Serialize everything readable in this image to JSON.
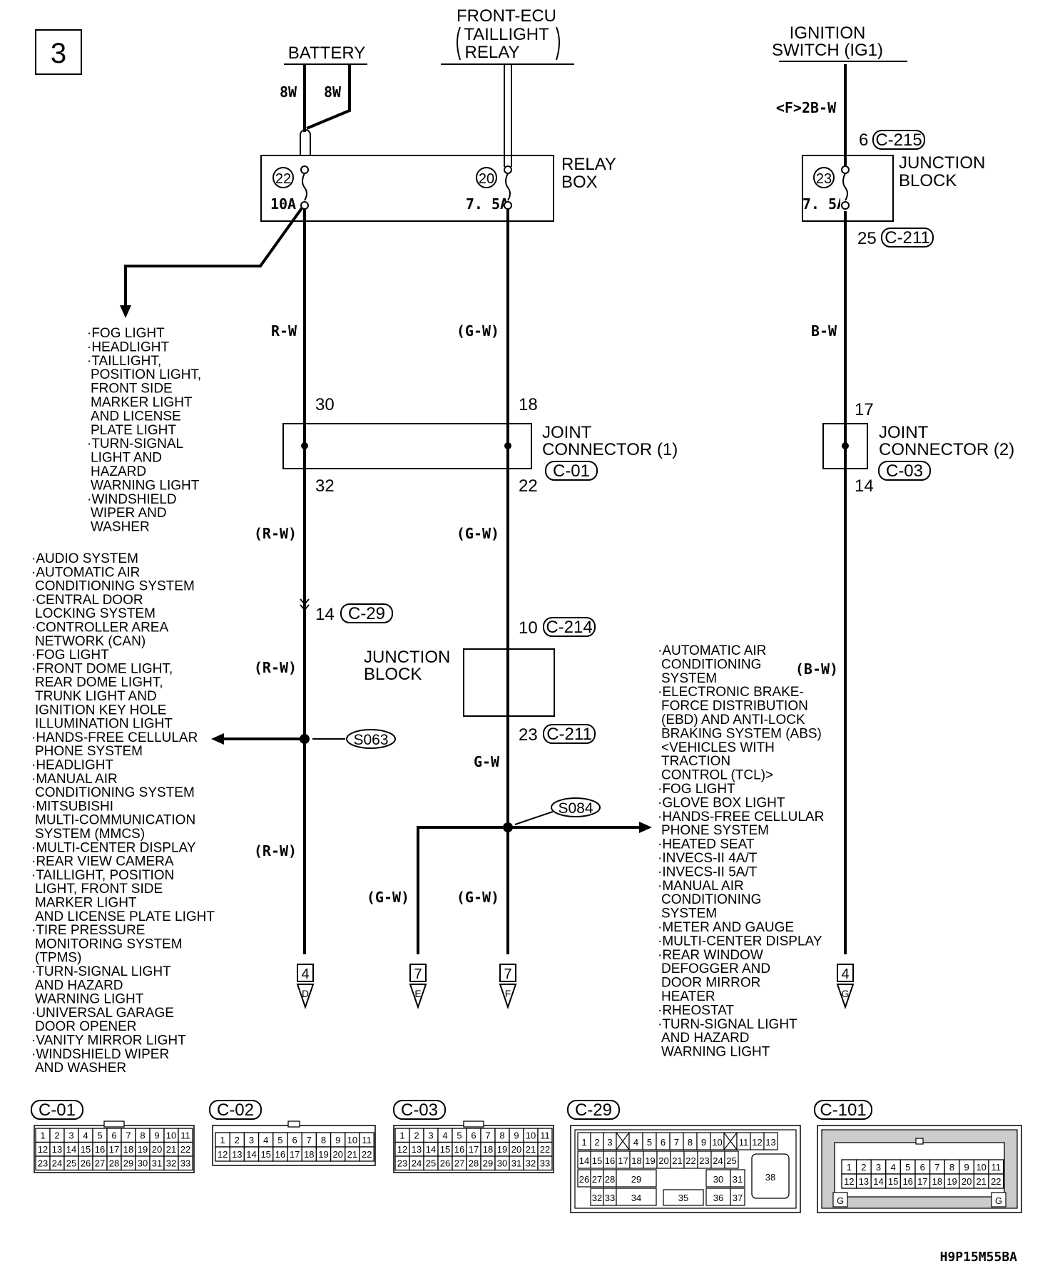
{
  "page_number": "3",
  "diagram_code": "H9P15M55BA",
  "sources": {
    "battery": "BATTERY",
    "front_ecu": [
      "FRONT-ECU",
      "TAILLIGHT",
      "RELAY"
    ],
    "ignition": [
      "IGNITION",
      "SWITCH (IG1)"
    ]
  },
  "relay_box": {
    "label": [
      "RELAY",
      "BOX"
    ],
    "fuse_a": {
      "num": "22",
      "rating": "10A"
    },
    "fuse_b": {
      "num": "20",
      "rating": "7. 5A"
    },
    "wire_a1": "8W",
    "wire_a2": "8W"
  },
  "junction_block_top": {
    "label": [
      "JUNCTION",
      "BLOCK"
    ],
    "fuse": {
      "num": "23",
      "rating": "7. 5A"
    },
    "in_pin": "6",
    "in_conn": "C-215",
    "out_pin": "25",
    "out_conn": "C-211",
    "wire_in": "<F>2B-W"
  },
  "wires": {
    "left_1": "R-W",
    "left_2": "(R-W)",
    "left_3": "(R-W)",
    "left_4": "(R-W)",
    "mid_1": "(G-W)",
    "mid_2": "(G-W)",
    "mid_3": "G-W",
    "mid_4": "(G-W)",
    "branch_e": "(G-W)",
    "right_1": "B-W",
    "right_2": "(B-W)"
  },
  "joint1": {
    "label": [
      "JOINT",
      "CONNECTOR (1)"
    ],
    "conn": "C-01",
    "pin_in_a": "30",
    "pin_out_a": "32",
    "pin_in_b": "18",
    "pin_out_b": "22"
  },
  "joint2": {
    "label": [
      "JOINT",
      "CONNECTOR (2)"
    ],
    "conn": "C-03",
    "pin_in": "17",
    "pin_out": "14"
  },
  "c29_pin": {
    "pin": "14",
    "conn": "C-29"
  },
  "junction_block_mid": {
    "label": [
      "JUNCTION",
      "BLOCK"
    ],
    "pin_in": "10",
    "conn_in": "C-214",
    "pin_out": "23",
    "conn_out": "C-211"
  },
  "splices": {
    "s1": "S063",
    "s2": "S084"
  },
  "list_top_left": [
    "·FOG LIGHT",
    "·HEADLIGHT",
    "·TAILLIGHT,",
    " POSITION LIGHT,",
    " FRONT SIDE",
    " MARKER LIGHT",
    " AND LICENSE",
    " PLATE LIGHT",
    "·TURN-SIGNAL",
    " LIGHT AND",
    " HAZARD",
    " WARNING LIGHT",
    "·WINDSHIELD",
    " WIPER AND",
    " WASHER"
  ],
  "list_left": [
    "·AUDIO SYSTEM",
    "·AUTOMATIC AIR",
    " CONDITIONING SYSTEM",
    "·CENTRAL DOOR",
    " LOCKING SYSTEM",
    "·CONTROLLER AREA",
    " NETWORK (CAN)",
    "·FOG LIGHT",
    "·FRONT DOME LIGHT,",
    " REAR DOME LIGHT,",
    " TRUNK LIGHT AND",
    " IGNITION KEY HOLE",
    " ILLUMINATION LIGHT",
    "·HANDS-FREE CELLULAR",
    " PHONE SYSTEM",
    "·HEADLIGHT",
    "·MANUAL AIR",
    " CONDITIONING SYSTEM",
    "·MITSUBISHI",
    " MULTI-COMMUNICATION",
    " SYSTEM (MMCS)",
    "·MULTI-CENTER DISPLAY",
    "·REAR VIEW CAMERA",
    "·TAILLIGHT, POSITION",
    " LIGHT, FRONT SIDE",
    " MARKER LIGHT",
    " AND LICENSE PLATE LIGHT",
    "·TIRE PRESSURE",
    " MONITORING SYSTEM",
    " (TPMS)",
    "·TURN-SIGNAL LIGHT",
    " AND HAZARD",
    " WARNING LIGHT",
    "·UNIVERSAL GARAGE",
    " DOOR OPENER",
    "·VANITY MIRROR LIGHT",
    "·WINDSHIELD WIPER",
    " AND WASHER"
  ],
  "list_right": [
    "·AUTOMATIC AIR",
    " CONDITIONING",
    " SYSTEM",
    "·ELECTRONIC BRAKE-",
    " FORCE DISTRIBUTION",
    " (EBD) AND ANTI-LOCK",
    " BRAKING SYSTEM (ABS)",
    " <VEHICLES WITH",
    " TRACTION",
    " CONTROL (TCL)>",
    "·FOG LIGHT",
    "·GLOVE BOX LIGHT",
    "·HANDS-FREE CELLULAR",
    " PHONE SYSTEM",
    "·HEATED SEAT",
    "·INVECS-II 4A/T",
    "·INVECS-II 5A/T",
    "·MANUAL AIR",
    " CONDITIONING",
    " SYSTEM",
    "·METER AND GAUGE",
    "·MULTI-CENTER DISPLAY",
    "·REAR WINDOW",
    " DEFOGGER AND",
    " DOOR MIRROR",
    " HEATER",
    "·RHEOSTAT",
    "·TURN-SIGNAL LIGHT",
    " AND HAZARD",
    " WARNING LIGHT"
  ],
  "terminals": [
    {
      "num": "4",
      "letter": "D"
    },
    {
      "num": "7",
      "letter": "E"
    },
    {
      "num": "7",
      "letter": "F"
    },
    {
      "num": "4",
      "letter": "G"
    }
  ],
  "connectors": {
    "c01": "C-01",
    "c02": "C-02",
    "c03": "C-03",
    "c29": "C-29",
    "c101": "C-101",
    "ground": "G"
  }
}
